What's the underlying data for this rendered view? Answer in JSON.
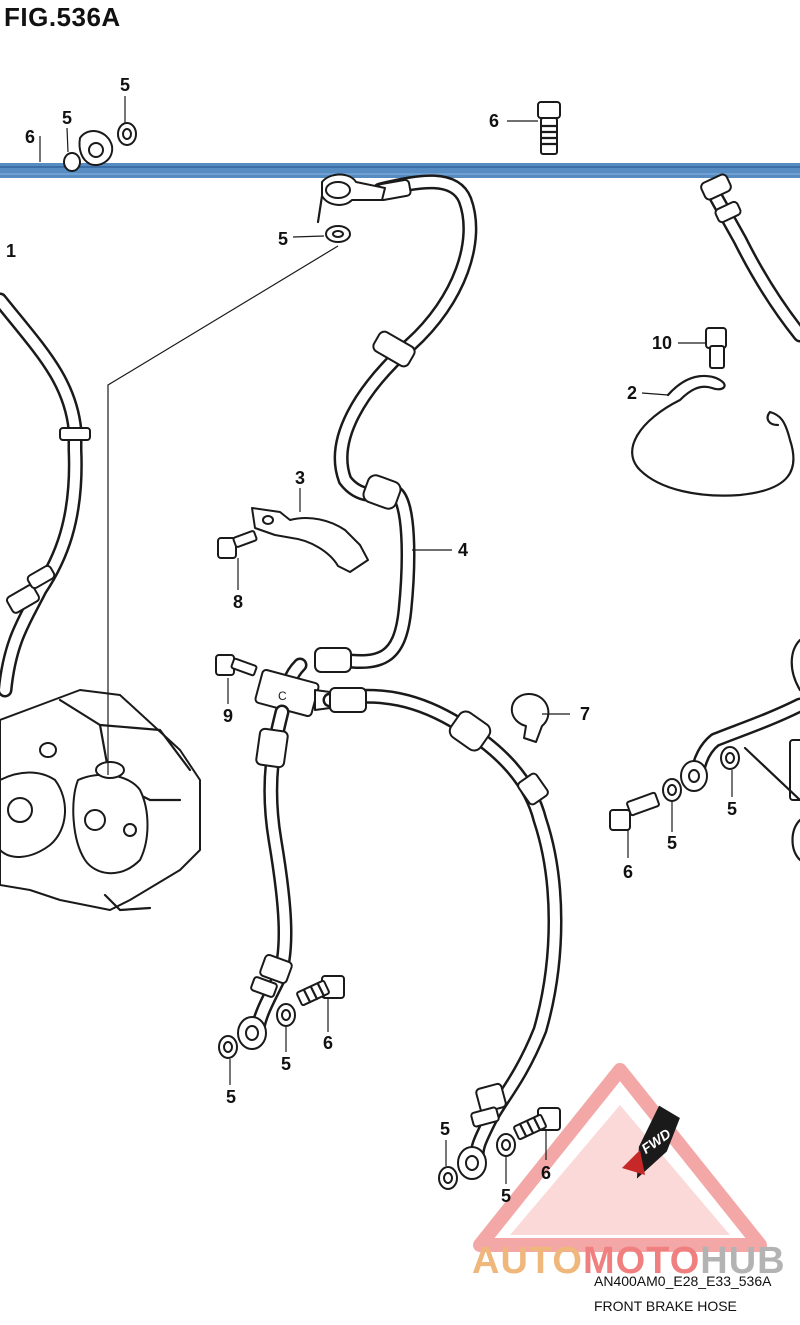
{
  "figure": {
    "title": "FIG.536A",
    "code": "AN400AM0_E28_E33_536A",
    "caption": "FRONT BRAKE HOSE"
  },
  "callouts": [
    {
      "id": "c6-top-left",
      "label": "6"
    },
    {
      "id": "c5-top-a",
      "label": "5"
    },
    {
      "id": "c5-top-b",
      "label": "5"
    },
    {
      "id": "c6-top-mid",
      "label": "6"
    },
    {
      "id": "c1",
      "label": "1"
    },
    {
      "id": "c5-mid",
      "label": "5"
    },
    {
      "id": "c10",
      "label": "10"
    },
    {
      "id": "c2",
      "label": "2"
    },
    {
      "id": "c3",
      "label": "3"
    },
    {
      "id": "c4",
      "label": "4"
    },
    {
      "id": "c8",
      "label": "8"
    },
    {
      "id": "c9",
      "label": "9"
    },
    {
      "id": "c7",
      "label": "7"
    },
    {
      "id": "c5-right-a",
      "label": "5"
    },
    {
      "id": "c5-right-b",
      "label": "5"
    },
    {
      "id": "c6-right",
      "label": "6"
    },
    {
      "id": "c6-lower-left",
      "label": "6"
    },
    {
      "id": "c5-lower-left-a",
      "label": "5"
    },
    {
      "id": "c5-lower-left-b",
      "label": "5"
    },
    {
      "id": "c5-bottom-a",
      "label": "5"
    },
    {
      "id": "c5-bottom-b",
      "label": "5"
    },
    {
      "id": "c6-bottom",
      "label": "6"
    }
  ],
  "watermark": {
    "part_a": "AUTO",
    "part_b": "MOTO",
    "part_c": "HUB",
    "badge": "FWD"
  },
  "colors": {
    "band": "#3a78b8",
    "watermark_triangle": "#f08a8a",
    "watermark_auto": "#f0b77c",
    "watermark_moto": "#f07f7f",
    "watermark_hub": "#b3b3b3"
  }
}
